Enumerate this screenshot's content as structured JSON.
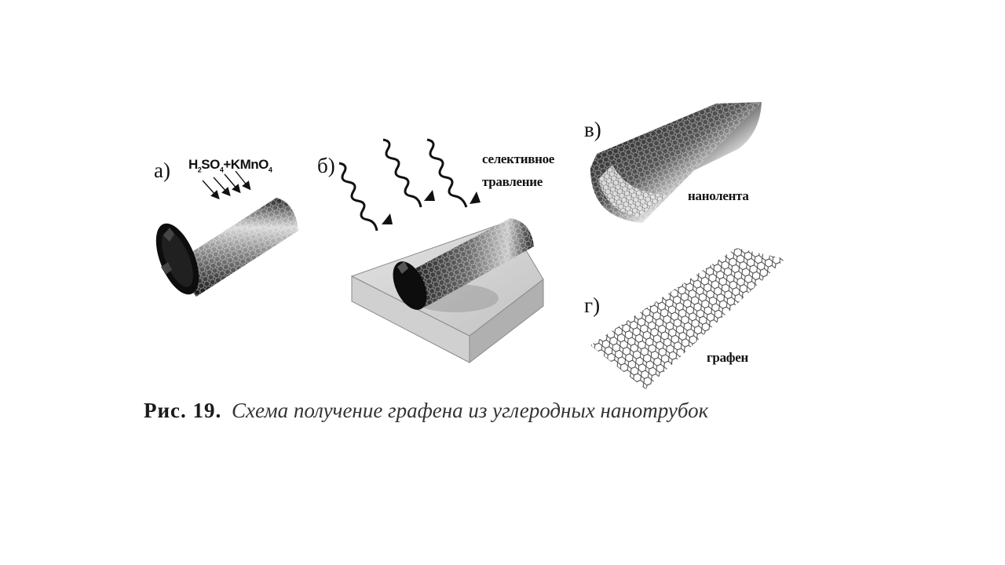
{
  "panels": {
    "a": {
      "letter": "а)",
      "reagent_parts": [
        "H",
        "2",
        "SO",
        "4",
        "+KMnO",
        "4"
      ]
    },
    "b": {
      "letter": "б)",
      "label_line1": "селективное",
      "label_line2": "травление"
    },
    "v": {
      "letter": "в)",
      "label": "нанолента"
    },
    "g": {
      "letter": "г)",
      "label": "графен"
    }
  },
  "caption": {
    "number": "Рис. 19.",
    "text": "Схема получение графена из углеродных нанотрубок"
  }
}
